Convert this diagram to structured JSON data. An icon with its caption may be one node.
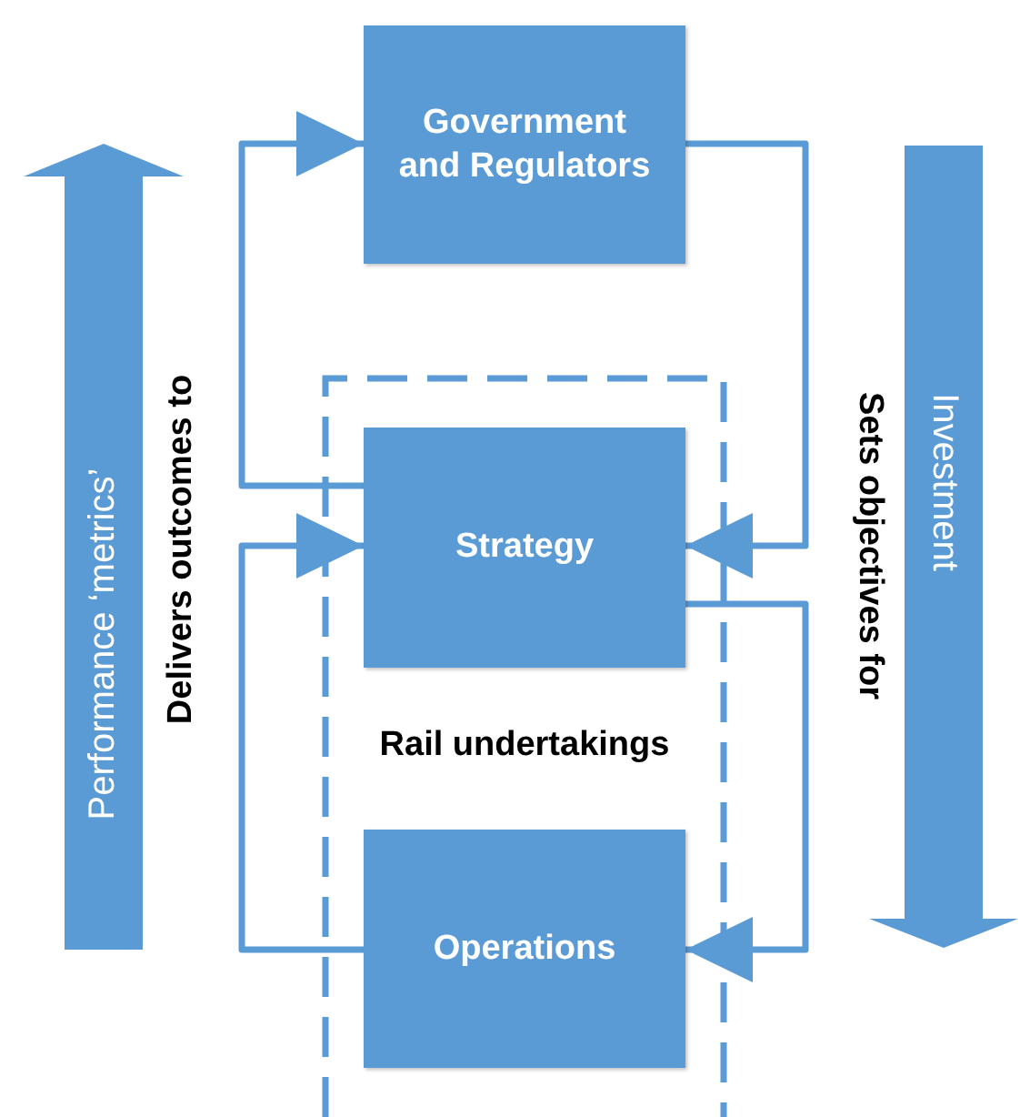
{
  "diagram": {
    "nodes": [
      {
        "text": [
          "Government and Regulators"
        ]
      },
      {
        "text": [
          "Performance ‘metrics’"
        ]
      },
      {
        "text": [
          "Investment"
        ]
      },
      {
        "text": [
          "Rail undertakings"
        ]
      },
      {
        "text": [
          "Strategy"
        ],
        "in": 3
      },
      {
        "text": [
          "Operations"
        ],
        "in": 3
      }
    ],
    "edges": [
      {
        "from": 4,
        "to": 0,
        "arrow": "to"
      },
      {
        "from": 0,
        "to": 4,
        "arrow": "to"
      },
      {
        "from": 4,
        "to": 5,
        "arrow": "to"
      },
      {
        "from": 5,
        "to": 4,
        "arrow": "to"
      }
    ],
    "labels": [
      "Delivers outcomes to",
      "Sets objectives for"
    ]
  }
}
